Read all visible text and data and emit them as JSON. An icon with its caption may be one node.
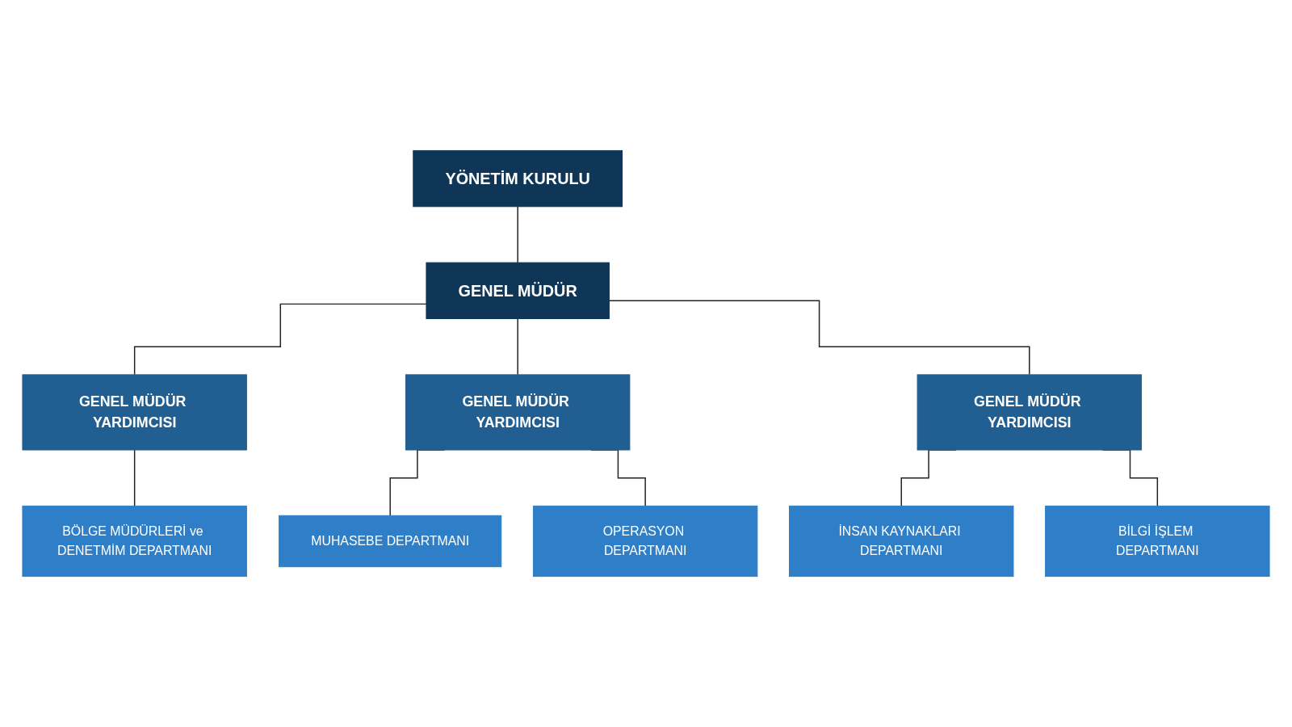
{
  "diagram": {
    "nodes": [
      {
        "text": [
          "YÖNETİM KURULU"
        ]
      },
      {
        "text": [
          "GENEL MÜDÜR"
        ]
      },
      {
        "text": [
          "GENEL MÜDÜR YARDIMCISI"
        ]
      },
      {
        "text": [
          "GENEL MÜDÜR YARDIMCISI"
        ]
      },
      {
        "text": [
          "GENEL MÜDÜR YARDIMCISI"
        ]
      },
      {
        "text": [
          "BÖLGE MÜDÜRLERİ ve DENETMİM DEPARTMANI"
        ]
      },
      {
        "text": [
          "MUHASEBE DEPARTMANI"
        ]
      },
      {
        "text": [
          "OPERASYON DEPARTMANI"
        ]
      },
      {
        "text": [
          "İNSAN KAYNAKLARI DEPARTMANI"
        ]
      },
      {
        "text": [
          "BİLGİ İŞLEM DEPARTMANI"
        ]
      }
    ],
    "edges": [
      {
        "from": 0,
        "to": 1,
        "arrow": "none"
      },
      {
        "from": 1,
        "to": 2,
        "arrow": "none"
      },
      {
        "from": 1,
        "to": 3,
        "arrow": "none"
      },
      {
        "from": 1,
        "to": 4,
        "arrow": "none"
      },
      {
        "from": 2,
        "to": 5,
        "arrow": "none"
      },
      {
        "from": 3,
        "to": 6,
        "arrow": "none"
      },
      {
        "from": 3,
        "to": 7,
        "arrow": "none"
      },
      {
        "from": 4,
        "to": 8,
        "arrow": "none"
      },
      {
        "from": 4,
        "to": 9,
        "arrow": "none"
      }
    ]
  }
}
